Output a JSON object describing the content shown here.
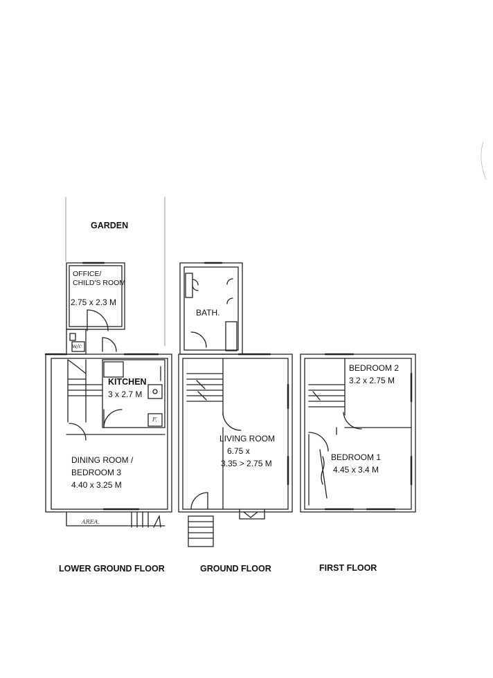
{
  "labels": {
    "garden": "GARDEN",
    "office": "OFFICE/",
    "office2": "CHILD'S ROOM",
    "office_dim": "2.75 x 2.3 M",
    "bath": "BATH.",
    "kitchen": "KITCHEN",
    "kitchen_dim": "3 x 2.7 M",
    "dining": "DINING ROOM /",
    "dining2": "BEDROOM 3",
    "dining_dim": "4.40 x 3.25 M",
    "living": "LIVING ROOM",
    "living_dim1": "6.75 x",
    "living_dim2": "3.35 > 2.75 M",
    "bed2": "BEDROOM 2",
    "bed2_dim": "3.2 x 2.75 M",
    "bed1": "BEDROOM 1",
    "bed1_dim": "4.45 x 3.4 M",
    "floor_lower": "LOWER GROUND FLOOR",
    "floor_ground": "GROUND FLOOR",
    "floor_first": "FIRST FLOOR",
    "area": "AREA.",
    "wc": "w/c",
    "fridge": "F."
  }
}
